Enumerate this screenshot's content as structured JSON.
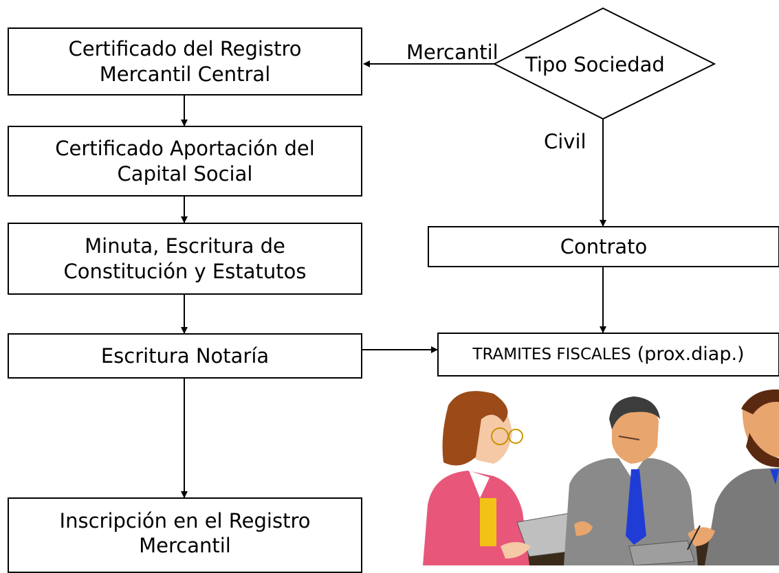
{
  "flowchart": {
    "decision": "Tipo Sociedad",
    "edge_mercantil": "Mercantil",
    "edge_civil": "Civil",
    "steps": {
      "registro_mercantil_central": "Certificado del Registro\nMercantil Central",
      "capital_social": "Certificado Aportación del\nCapital Social",
      "escritura_constitucion": "Minuta, Escritura de\nConstitución y Estatutos",
      "escritura_notaria": "Escritura Notaría",
      "inscripcion": "Inscripción en el Registro\nMercantil",
      "contrato": "Contrato",
      "tramites_fiscales_main": "TRAMITES FISCALES",
      "tramites_fiscales_note": "(prox.diap.)"
    }
  },
  "illustration": {
    "description_icon": "business-meeting-clipart"
  }
}
